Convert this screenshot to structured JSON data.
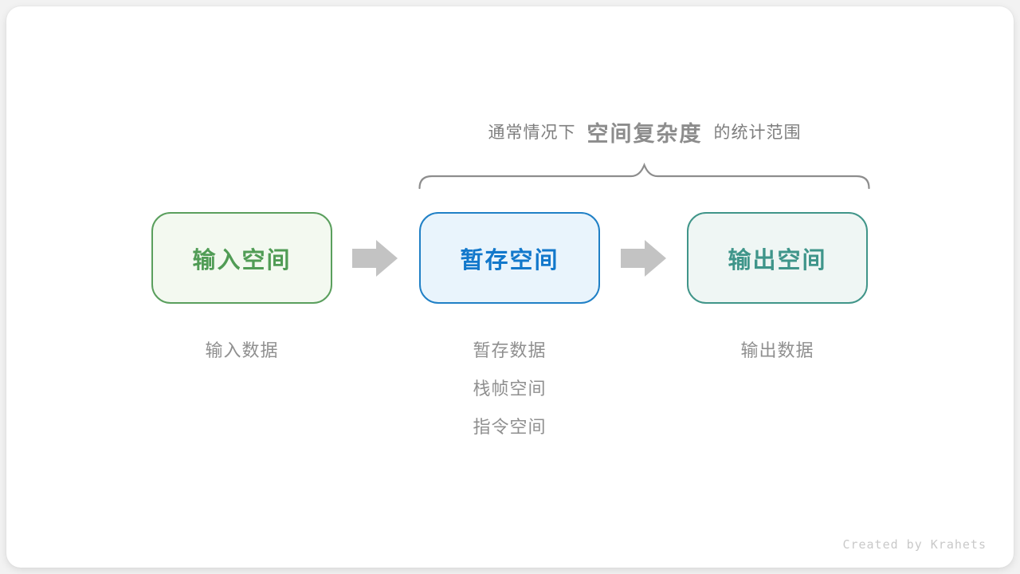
{
  "banner": {
    "prefix": "通常情况下",
    "highlight": "空间复杂度",
    "suffix": "的统计范围"
  },
  "flow": {
    "boxes": [
      {
        "label": "输入空间",
        "border": "#5a9f5d",
        "fill": "#f3f9f0",
        "text": "#509c55"
      },
      {
        "label": "暂存空间",
        "border": "#2080c6",
        "fill": "#e9f4fc",
        "text": "#1278cb"
      },
      {
        "label": "输出空间",
        "border": "#409589",
        "fill": "#eff6f4",
        "text": "#3f958a"
      }
    ],
    "arrow_color": "#c3c3c3"
  },
  "annotations": {
    "input": [
      "输入数据"
    ],
    "buffer": [
      "暂存数据",
      "栈帧空间",
      "指令空间"
    ],
    "output": [
      "输出数据"
    ]
  },
  "credit": "Created by Krahets",
  "colors": {
    "page_bg": "#f2f2f2",
    "card_bg": "#ffffff",
    "brace": "#8d8d8d",
    "banner_text": "#7e7e7e",
    "banner_highlight": "#8c8c8c",
    "note_text": "#8f8f8f",
    "credit_text": "#c9c9c9"
  }
}
